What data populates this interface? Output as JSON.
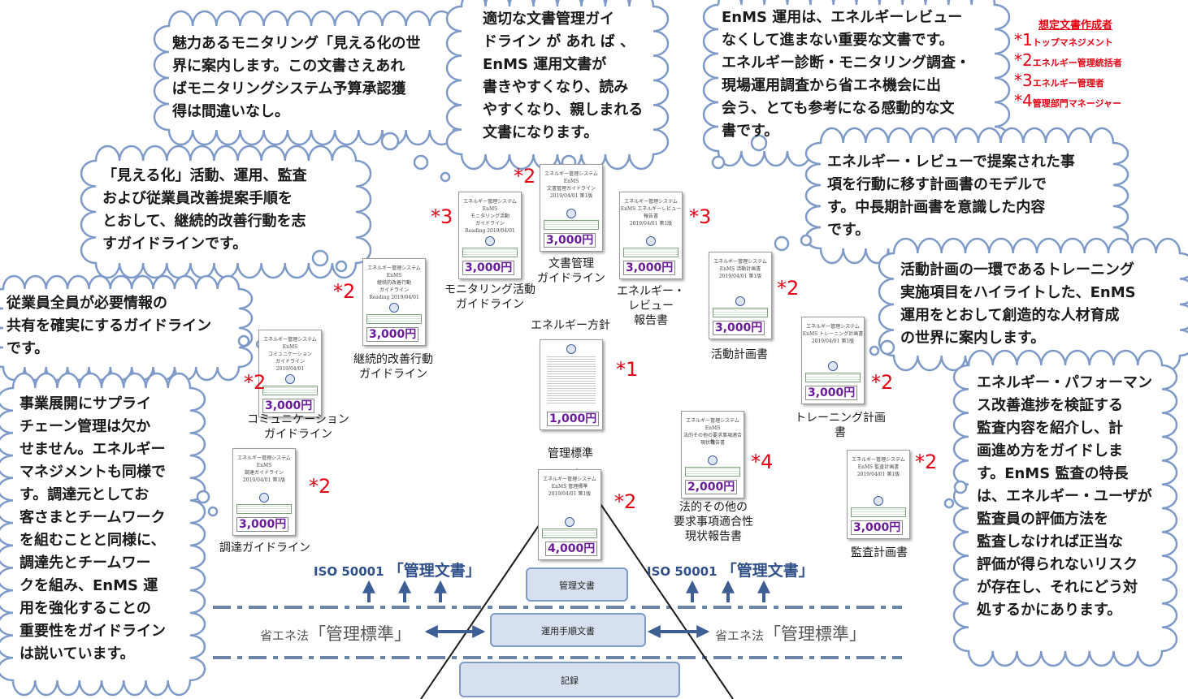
{
  "clouds": {
    "monitoring_intro": [
      "魅力あるモニタリング「見える化の世",
      "界に案内します。この文書さえあれ",
      "ばモニタリングシステム予算承認獲",
      "得は間違いなし。"
    ],
    "doc_guideline": [
      "適切な文書管理ガイ",
      "ドライン が あれ ば 、",
      "EnMS 運用文書が",
      "書きやすくなり、読み",
      "やすくなり、親しまれる",
      "文書になります。"
    ],
    "energy_review": [
      "EnMS 運用は、エネルギーレビュー",
      "なくして進まない重要な文書です。",
      "エネルギー診断・モニタリング調査・",
      "現場運用調査から省エネ機会に出",
      "会う、とても参考になる感動的な文",
      "書です。"
    ],
    "visualization": [
      "「見える化」活動、運用、監査",
      "および従業員改善提案手順を",
      "とおして、継続的改善行動を志",
      "すガイドラインです。"
    ],
    "action_plan": [
      "エネルギー・レビューで提案された事",
      "項を行動に移す計画書のモデルで",
      "す。中長期計画書を意識した内容",
      "です。"
    ],
    "communication": [
      "従業員全員が必要情報の",
      "共有を確実にするガイドライン",
      "です。"
    ],
    "training": [
      "活動計画の一環であるトレーニング",
      "実施項目をハイライトした、EnMS",
      "運用をとおして創造的な人材育成",
      "の世界に案内します。"
    ],
    "procurement": [
      "事業展開にサプライ",
      "チェーン管理は欠か",
      "せません。エネルギー",
      "マネジメントも同様で",
      "す。調達元としてお",
      "客さまとチームワーク",
      "を組むことと同様に、",
      "調達先とチームワー",
      "クを組み、EnMS 運",
      "用を強化することの",
      "重要性をガイドライン",
      "は説いています。"
    ],
    "audit": [
      "エネルギー・パフォーマン",
      "ス改善進捗を検証する",
      "監査内容を紹介し、計",
      "画進め方をガイドしま",
      "す。EnMS 監査の特長",
      "は、エネルギー・ユーザが",
      "監査員の評価方法を",
      "監査しなければ正当な",
      "評価が得られないリスク",
      "が存在し、それにどう対",
      "処するかにあります。"
    ]
  },
  "legend": {
    "title": "想定文書作成者",
    "items": [
      {
        "mark": "*1",
        "text": "トップマネジメント"
      },
      {
        "mark": "*2",
        "text": "エネルギー管理統括者"
      },
      {
        "mark": "*3",
        "text": "エネルギー管理者"
      },
      {
        "mark": "*4",
        "text": "管理部門マネージャー"
      }
    ]
  },
  "docs": {
    "doc_mgmt": {
      "label": [
        "文書管理",
        "ガイドライン"
      ],
      "price": "3,000円",
      "tag": "*2",
      "cover": [
        "エネルギー管理システム",
        "EnMS",
        "文書管理ガイドライン",
        "2019/04/01 第1版"
      ]
    },
    "monitoring": {
      "label": [
        "モニタリング活動",
        "ガイドライン"
      ],
      "price": "3,000円",
      "tag": "*3",
      "cover": [
        "エネルギー管理システム",
        "EnMS",
        "モニタリング活動",
        "ガイドライン",
        "Reading 2019/04/01"
      ]
    },
    "review": {
      "label": [
        "エネルギー・",
        "レビュー",
        "報告書"
      ],
      "price": "3,000円",
      "tag": "*3",
      "cover": [
        "エネルギー管理システム",
        "EnMS エネルギーレビュー",
        "報告書",
        "2019/04/01 第1版"
      ]
    },
    "continuous": {
      "label": [
        "継続的改善行動",
        "ガイドライン"
      ],
      "price": "3,000円",
      "tag": "*2",
      "cover": [
        "エネルギー管理システム",
        "EnMS",
        "継続的改善行動",
        "ガイドライン",
        "Reading 2019/04/01"
      ]
    },
    "action": {
      "label": [
        "活動計画書"
      ],
      "price": "3,000円",
      "tag": "*2",
      "cover": [
        "エネルギー管理システム",
        "EnMS 活動計画書",
        "2019/04/01 第1版"
      ]
    },
    "communication": {
      "label": [
        "コミュニケーション",
        "ガイドライン"
      ],
      "price": "3,000円",
      "tag": "*2",
      "cover": [
        "エネルギー管理システム",
        "EnMS",
        "コミュニケーション",
        "ガイドライン",
        "2019/04/01"
      ]
    },
    "policy": {
      "label": [
        "エネルギー方針"
      ],
      "price": "1,000円",
      "tag": "*1",
      "cover": []
    },
    "training": {
      "label": [
        "トレーニング計画書"
      ],
      "price": "3,000円",
      "tag": "*2",
      "cover": [
        "エネルギー管理システム",
        "EnMS トレーニング計画書",
        "2019/04/01 第1版"
      ]
    },
    "procurement": {
      "label": [
        "調達ガイドライン"
      ],
      "price": "3,000円",
      "tag": "*2",
      "cover": [
        "エネルギー管理システム",
        "EnMS",
        "調達ガイドライン",
        "2019/04/01 第1版"
      ]
    },
    "standard": {
      "label": [
        "管理標準"
      ],
      "price": "4,000円",
      "tag": "*2",
      "cover": [
        "エネルギー管理システム",
        "EnMS 管理標準",
        "2019/04/01 第1版"
      ]
    },
    "legal": {
      "label": [
        "法的その他の",
        "要求事項適合性",
        "現状報告書"
      ],
      "price": "2,000円",
      "tag": "*4",
      "cover": [
        "エネルギー管理システム",
        "EnMS",
        "法的その他の要求事項適合性",
        "現状報告書"
      ]
    },
    "audit": {
      "label": [
        "監査計画書"
      ],
      "price": "3,000円",
      "tag": "*2",
      "cover": [
        "エネルギー管理システム",
        "EnMS 監査計画書",
        "2019/04/01 第1版"
      ]
    }
  },
  "pyramid": {
    "top": "管理文書",
    "middle": "運用手順文書",
    "bottom": "記録"
  },
  "iso_left": {
    "prefix": "ISO 50001",
    "big": "「管理文書」"
  },
  "iso_right": {
    "prefix": "ISO 50001",
    "big": "「管理文書」"
  },
  "shoene_left": {
    "prefix": "省エネ法",
    "big": "「管理標準」"
  },
  "shoene_right": {
    "prefix": "省エネ法",
    "big": "「管理標準」"
  },
  "colors": {
    "tag": "#e60012",
    "price": "#6a1b9a",
    "arrow": "#3d5f94",
    "cloud_stroke": "#7e9ac8",
    "dash": "#6b84a8"
  }
}
